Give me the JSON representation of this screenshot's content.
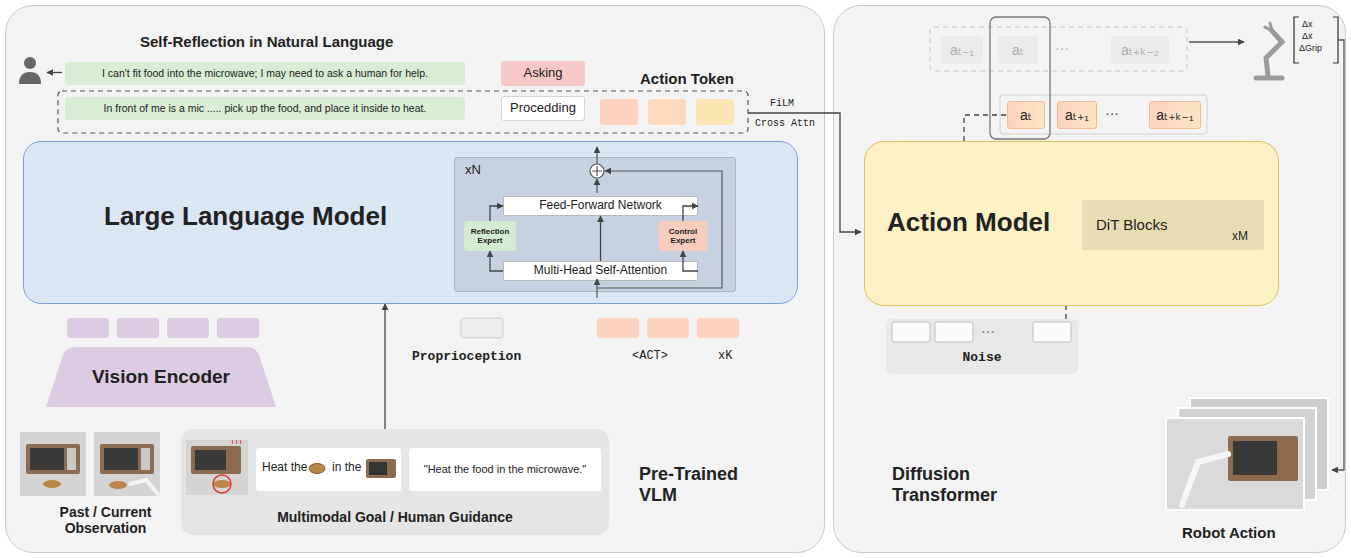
{
  "diagram": {
    "nodes": [
      {
        "text": [
          "Pre-Trained VLM"
        ]
      },
      {
        "text": [
          "Diffusion Transformer"
        ]
      },
      {
        "text": [
          "I can't fit food into the microwave; I may need to ask a human for help."
        ],
        "in": 0
      },
      {
        "text": [
          "Asking"
        ],
        "in": 0
      },
      {
        "text": [
          "In front of me is a mic ..... pick up the food, and place it inside to heat."
        ],
        "in": 0
      },
      {
        "text": [
          "Procedding"
        ],
        "in": 0
      },
      {
        "text": [
          "Large Language Model"
        ],
        "in": 0
      },
      {
        "text": [
          "xN"
        ],
        "in": 6
      },
      {
        "text": [
          "Feed-Forward Network"
        ],
        "in": 7
      },
      {
        "text": [
          "Reflection Expert"
        ],
        "in": 7
      },
      {
        "text": [
          "Control Expert"
        ],
        "in": 7
      },
      {
        "text": [
          "Multi-Head Self-Attention"
        ],
        "in": 7
      },
      {
        "text": [
          "Vision Encoder"
        ],
        "in": 0
      },
      {
        "text": [
          "Multimodal Goal / Human Guidance"
        ],
        "in": 0
      },
      {
        "text": [
          "Heat the",
          "in the"
        ],
        "in": 13
      },
      {
        "text": [
          "\"Heat the food in the microwave.\""
        ],
        "in": 13
      },
      {
        "text": [
          "Action Model"
        ],
        "in": 1
      },
      {
        "text": [
          "DiT Blocks",
          "xM"
        ],
        "in": 16
      },
      {
        "text": [
          "Noise"
        ],
        "in": 1
      },
      {
        "text": [
          "aₜ₋₁"
        ],
        "in": 1
      },
      {
        "text": [
          "aₜ"
        ],
        "in": 1
      },
      {
        "text": [
          "aₜ₊ₖ₋₂"
        ],
        "in": 1
      },
      {
        "text": [
          "aₜ"
        ],
        "in": 1
      },
      {
        "text": [
          "aₜ₊₁"
        ],
        "in": 1
      },
      {
        "text": [
          "aₜ₊ₖ₋₁"
        ],
        "in": 1
      }
    ],
    "edges": [
      {
        "from": 13,
        "to": 6,
        "arrow": "to"
      },
      {
        "from": 11,
        "to": 8,
        "arrow": "to"
      },
      {
        "from": 11,
        "to": 9,
        "arrow": "to"
      },
      {
        "from": 9,
        "to": 8,
        "arrow": "to"
      },
      {
        "from": 11,
        "to": 10,
        "arrow": "to"
      },
      {
        "from": 10,
        "to": 8,
        "arrow": "to"
      },
      {
        "from": 18,
        "to": 16,
        "arrow": "none"
      },
      {
        "from": 16,
        "to": 22,
        "arrow": "none"
      }
    ],
    "labels": [
      "Self-Reflection in Natural Language",
      "Action Token",
      "FiLM",
      "Cross Attn",
      "Proprioception",
      "<ACT>",
      "xK",
      "Past / Current Observation",
      "···",
      "···",
      "···",
      "Δx",
      "Δx",
      "ΔGrip",
      "Robot Action"
    ]
  }
}
